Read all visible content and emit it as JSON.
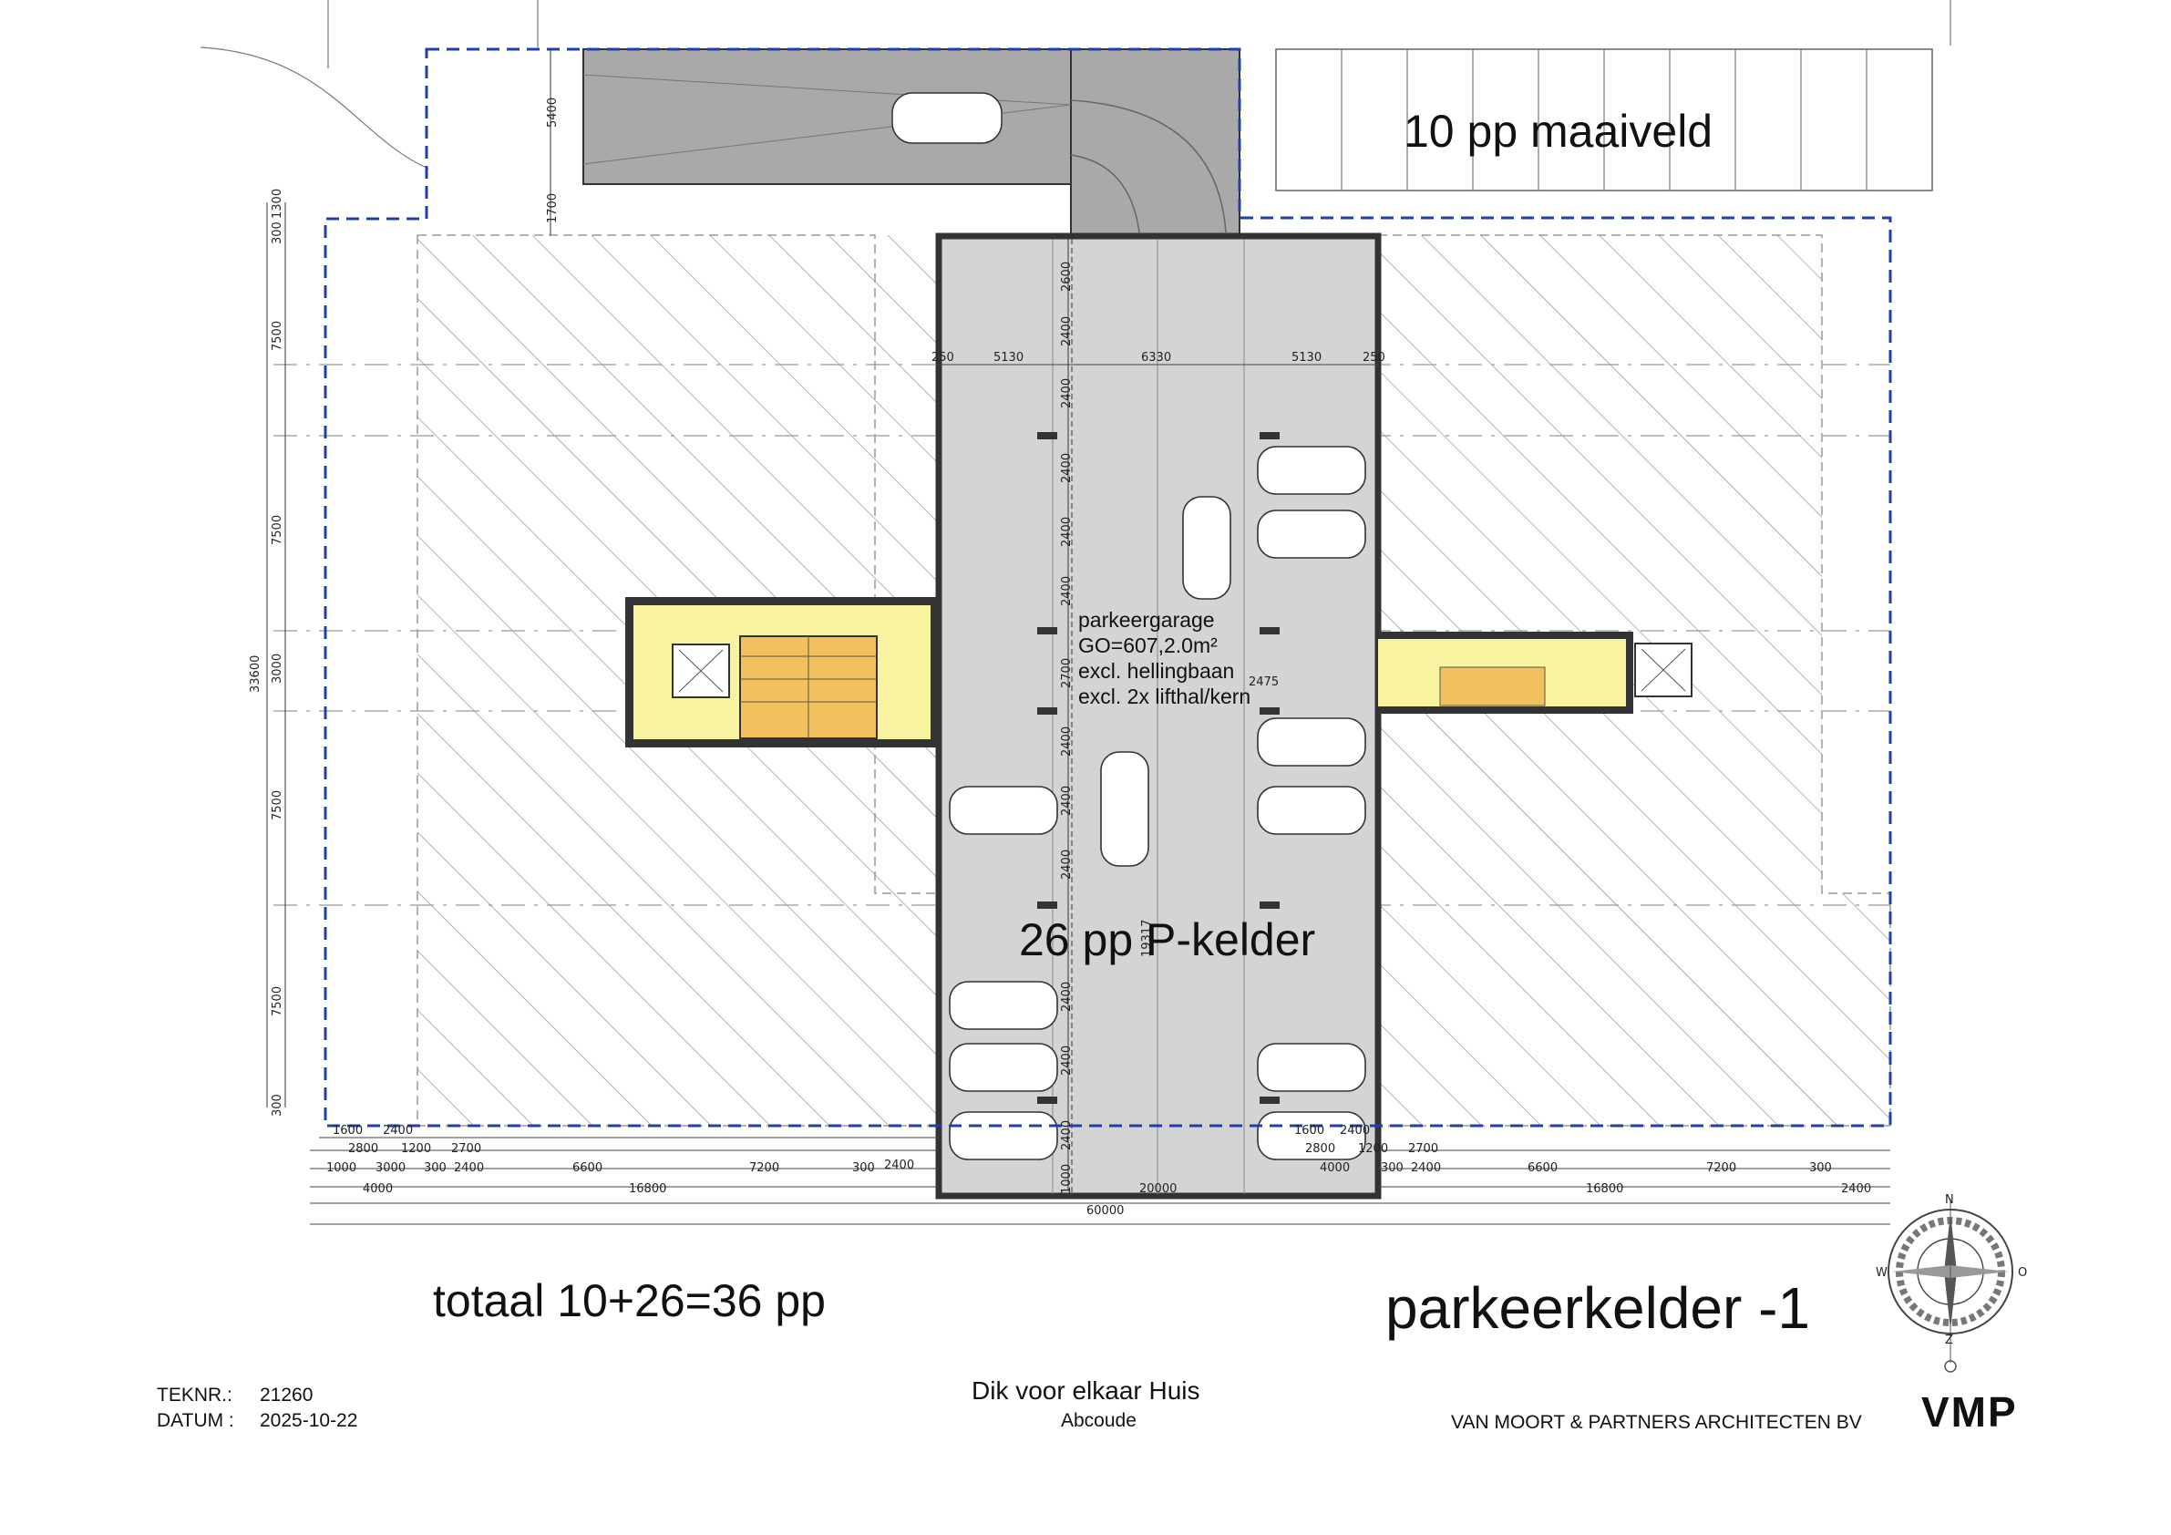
{
  "labels": {
    "maaiveld": "10 pp maaiveld",
    "room_name": "parkeergarage",
    "room_go": "GO=607,2.0m²",
    "room_excl1": "excl. hellingbaan",
    "room_excl2": "excl. 2x lifthal/kern",
    "kelder": "26 pp P-kelder",
    "totaal": "totaal 10+26=36 pp",
    "sheet_title": "parkeerkelder -1"
  },
  "title_block": {
    "teknr_label": "TEKNR.:",
    "teknr_value": "21260",
    "datum_label": "DATUM :",
    "datum_value": "2025-10-22",
    "project": "Dik voor elkaar Huis",
    "location": "Abcoude",
    "firm": "VAN MOORT & PARTNERS ARCHITECTEN BV",
    "logo": "VMP"
  },
  "dimensions": {
    "top_row": [
      "250",
      "5130",
      "6330",
      "5130",
      "250"
    ],
    "ramp_column": [
      "2600",
      "2400",
      "2400",
      "2400",
      "2400",
      "2400",
      "2700",
      "2400",
      "2400",
      "2400",
      "2400",
      "2400",
      "2400",
      "1000"
    ],
    "ramp_side": [
      "5400",
      "1700"
    ],
    "left_side": [
      "300",
      "1300",
      "7500",
      "7500",
      "3000",
      "7500",
      "7500",
      "300"
    ],
    "overall_height": "33600",
    "bottom_left_row1": [
      "1600",
      "2400"
    ],
    "bottom_left_row2": [
      "2800",
      "1200",
      "2700"
    ],
    "bottom_left_row3": [
      "1000",
      "3000",
      "300",
      "2400",
      "6600",
      "7200",
      "300",
      "2400"
    ],
    "bottom_left_row4": [
      "4000",
      "16800"
    ],
    "bottom_center": "20000",
    "bottom_right_row1": [
      "1600",
      "2400"
    ],
    "bottom_right_row2": [
      "2800",
      "1200",
      "2700"
    ],
    "bottom_right_row3": [
      "4000",
      "300",
      "2400",
      "6600",
      "7200",
      "300"
    ],
    "bottom_right_row4": [
      "16800",
      "2400"
    ],
    "overall_width": "60000",
    "center_vertical": "19317",
    "core_misc": "2475"
  },
  "compass": {
    "north": "N",
    "east": "O",
    "south": "Z",
    "west": "W"
  },
  "colors": {
    "site_boundary": "#1f3fb0",
    "garage_fill": "#d4d4d4",
    "ramp_fill": "#a9a9a9",
    "core_fill": "#f8f3a0",
    "stair_fill": "#f2c15d",
    "hatch": "#8a8a8a"
  }
}
